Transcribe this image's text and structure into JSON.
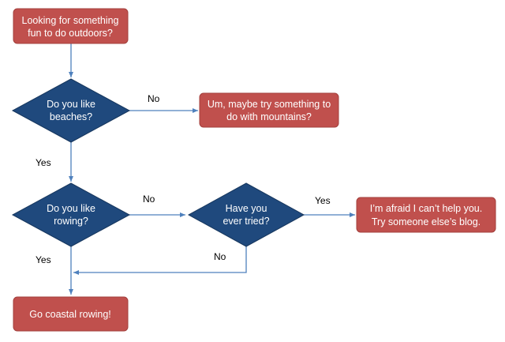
{
  "colors": {
    "terminal_fill": "#c0504d",
    "terminal_stroke": "#a3403d",
    "decision_fill": "#1f497d",
    "decision_stroke": "#17375e",
    "connector": "#4f81bd"
  },
  "nodes": {
    "start": {
      "line1": "Looking for something",
      "line2": "fun to do outdoors?"
    },
    "beaches": {
      "line1": "Do you like",
      "line2": "beaches?"
    },
    "mountains": {
      "line1": "Um, maybe try something to",
      "line2": "do with mountains?"
    },
    "rowing": {
      "line1": "Do you like",
      "line2": "rowing?"
    },
    "tried": {
      "line1": "Have you",
      "line2": "ever tried?"
    },
    "afraid": {
      "line1": "I’m afraid I can’t help you.",
      "line2": "Try someone else’s blog."
    },
    "coastal": {
      "line1": "Go coastal rowing!"
    }
  },
  "edge_labels": {
    "beaches_no": "No",
    "beaches_yes": "Yes",
    "rowing_no": "No",
    "rowing_yes": "Yes",
    "tried_yes": "Yes",
    "tried_no": "No"
  }
}
